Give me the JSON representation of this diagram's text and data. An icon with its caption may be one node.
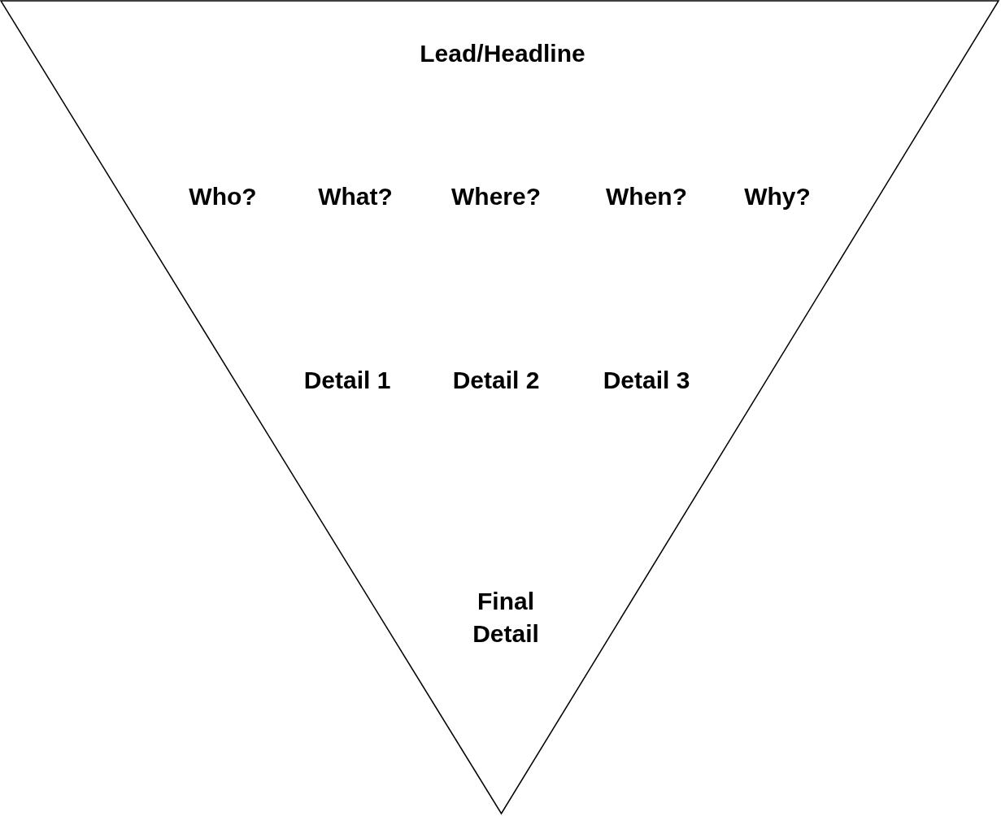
{
  "diagram": {
    "nodes": [
      {
        "text": [
          "Lead/Headline",
          "Who?",
          "What?",
          "Where?",
          "When?",
          "Why?",
          "Detail 1",
          "Detail 2",
          "Detail 3",
          "Final Detail"
        ]
      }
    ]
  }
}
